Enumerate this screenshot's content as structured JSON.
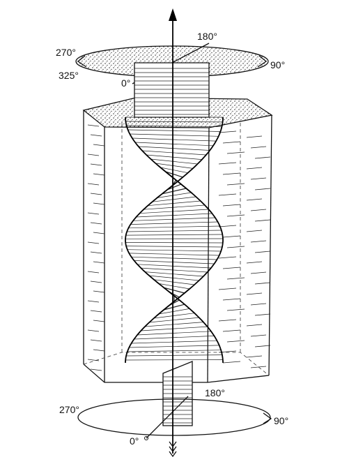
{
  "top_ring": {
    "label_180": "180°",
    "label_270": "270°",
    "label_90": "90°",
    "label_325": "325°",
    "label_0": "0°"
  },
  "bottom_ring": {
    "label_180": "180°",
    "label_270": "270°",
    "label_90": "90°",
    "label_0": "0°"
  },
  "colors": {
    "ink": "#111111",
    "paper": "#ffffff"
  }
}
